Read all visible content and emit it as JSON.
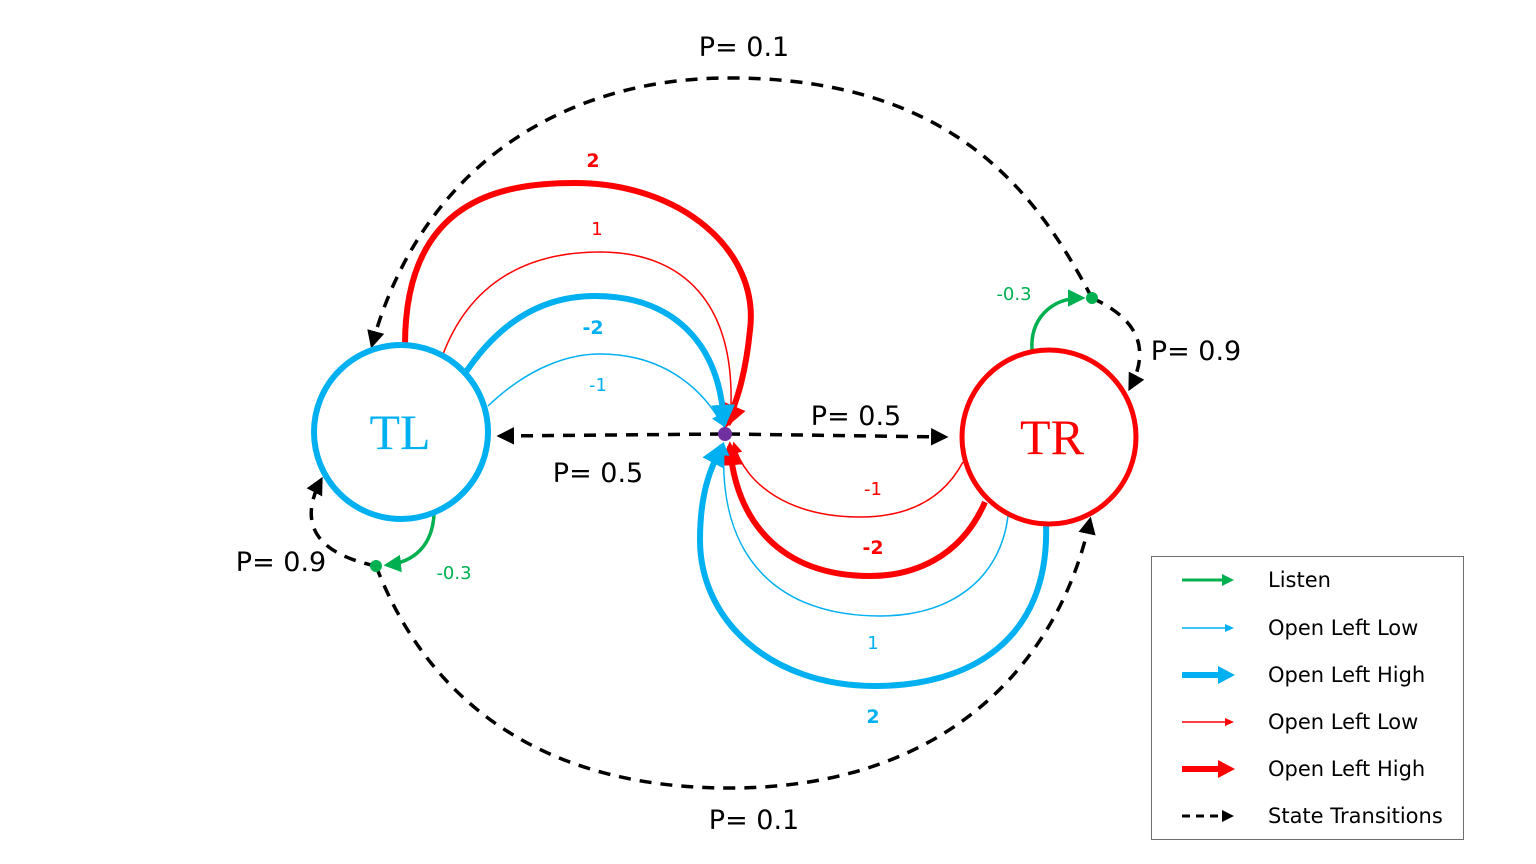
{
  "nodes": {
    "tl": {
      "label": "TL",
      "color": "#00b0f0"
    },
    "tr": {
      "label": "TR",
      "color": "#ff0000"
    }
  },
  "transitions": {
    "top_arc": "P= 0.1",
    "bottom_arc": "P= 0.1",
    "tr_self": "P= 0.9",
    "tl_self": "P= 0.9",
    "center_to_tr": "P= 0.5",
    "center_to_tl": "P= 0.5"
  },
  "rewards": {
    "tl_red_high": "2",
    "tl_red_low": "1",
    "tl_blue_high": "-2",
    "tl_blue_low": "-1",
    "tr_red_low": "-1",
    "tr_red_high": "-2",
    "tr_blue_low": "1",
    "tr_blue_high": "2",
    "tr_listen": "-0.3",
    "tl_listen": "-0.3"
  },
  "legend": {
    "items": [
      {
        "label": "Listen",
        "color": "#00b050",
        "style": "thin"
      },
      {
        "label": "Open Left Low",
        "color": "#00b0f0",
        "style": "thin"
      },
      {
        "label": "Open Left High",
        "color": "#00b0f0",
        "style": "thick"
      },
      {
        "label": "Open Left Low",
        "color": "#ff0000",
        "style": "thin"
      },
      {
        "label": "Open Left High",
        "color": "#ff0000",
        "style": "thick"
      },
      {
        "label": "State Transitions",
        "color": "#000000",
        "style": "dashed"
      }
    ]
  },
  "colors": {
    "listen": "#00b050",
    "blue": "#00b0f0",
    "red": "#ff0000",
    "transition": "#000000",
    "center_dot": "#7030a0"
  }
}
